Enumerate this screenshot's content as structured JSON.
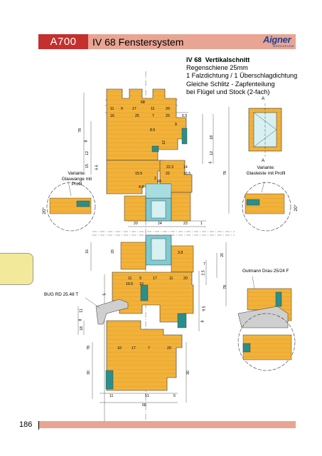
{
  "header": {
    "code": "A700",
    "title": "IV 68 Fenstersystem",
    "logo_name": "Aigner",
    "logo_tag": "WERKZEUGE",
    "bar_color": "#e8a593",
    "code_color": "#c4302e"
  },
  "description": {
    "title_code": "IV 68",
    "title_rest": "Vertikalschnitt",
    "lines": [
      "Regenschiene 25mm",
      "1 Falzdichtung / 1 Überschlagdichtung",
      "Gleiche Schlitz - Zapfenteilung",
      "bei Flügel und Stock (2-fach)"
    ]
  },
  "labels": {
    "variant_left": "Variante:\nGlaswange mit Profil",
    "variant_right": "Variante:\nGlasleiste mit Profil",
    "gutmann": "Gutmann  Drau 25/24 F",
    "bug": "BUG  RD 25.48 T",
    "section_a_top": "A",
    "section_a_bottom": "A",
    "angle_left": "20°",
    "angle_right": "20°"
  },
  "dimensions": {
    "top_68": "68",
    "top_row": [
      "11",
      "9",
      "17",
      "11",
      "20"
    ],
    "top_row2": [
      "16",
      "25",
      "7",
      "20",
      "6.5"
    ],
    "top_9": "9",
    "v_78": "78",
    "v_12": "12",
    "v_8": "8",
    "v_15": "15",
    "v_12b": "12",
    "v_18": "18",
    "v_6": "6",
    "v_12c": "12",
    "d_85": "8.5",
    "d_66": "6.6",
    "d_155": "15.5",
    "d_22": "22",
    "d_165": "16.5",
    "d_2": "2",
    "d_48": "4.8",
    "d_223": "22.3",
    "d_14": "14",
    "glass_68": "68",
    "v_78b": "78",
    "bottom_row1": [
      "20",
      "24",
      "23",
      "1"
    ],
    "mid_16": "16",
    "mid_20": "20",
    "mid_38": "3.8",
    "mid_20b": "20",
    "mid_25": "2.5",
    "mid_7": "7",
    "lower_row": [
      "11",
      "9",
      "17",
      "11",
      "20"
    ],
    "lower_row2": [
      "19.5",
      "10"
    ],
    "v_78c": "78",
    "v_95": "9.5",
    "v_8b": "8",
    "v_5": "5",
    "v_11": "11",
    "v_8c": "8",
    "v_18b": "18",
    "v_78d": "78",
    "sill_row": [
      "10",
      "17",
      "7",
      "20"
    ],
    "v_30": "30",
    "v_30b": "30",
    "bottom_row2": [
      "11",
      "51",
      "6"
    ],
    "bottom_68": "68"
  },
  "page_number": "186"
}
